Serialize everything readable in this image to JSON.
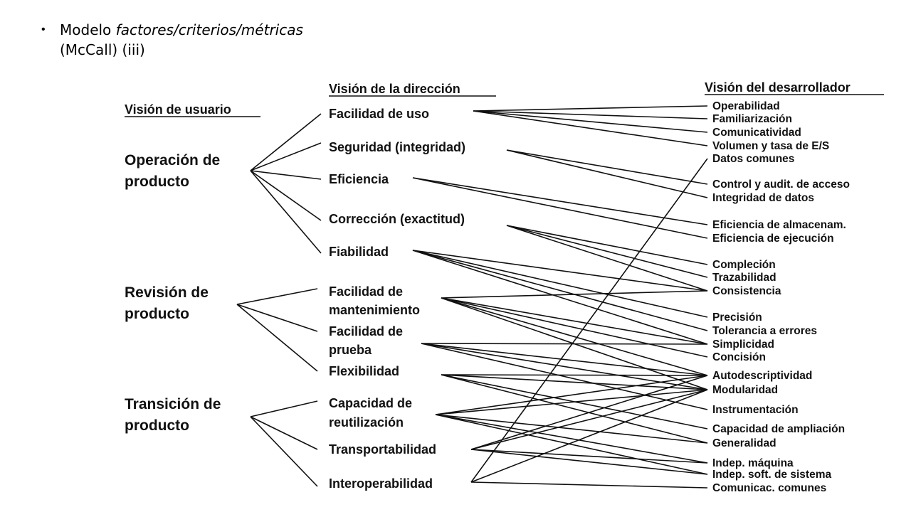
{
  "slide": {
    "bullet_main": "Modelo ",
    "bullet_italic": "factores/criterios/métricas",
    "bullet_line2": "(McCall) (iii)"
  },
  "headers": {
    "user": "Visión de usuario",
    "management": "Visión de la dirección",
    "developer": "Visión del desarrollador"
  },
  "user_view": [
    {
      "id": "op",
      "lines": [
        "Operación de",
        "producto"
      ]
    },
    {
      "id": "rev",
      "lines": [
        "Revisión de",
        "producto"
      ]
    },
    {
      "id": "tra",
      "lines": [
        "Transición de",
        "producto"
      ]
    }
  ],
  "management_view": [
    {
      "id": "uso",
      "lines": [
        "Facilidad de uso"
      ]
    },
    {
      "id": "seg",
      "lines": [
        "Seguridad (integridad)"
      ]
    },
    {
      "id": "efi",
      "lines": [
        "Eficiencia"
      ]
    },
    {
      "id": "cor",
      "lines": [
        "Corrección (exactitud)"
      ]
    },
    {
      "id": "fia",
      "lines": [
        "Fiabilidad"
      ]
    },
    {
      "id": "man",
      "lines": [
        "Facilidad de",
        "mantenimiento"
      ]
    },
    {
      "id": "pru",
      "lines": [
        "Facilidad de",
        "prueba"
      ]
    },
    {
      "id": "fle",
      "lines": [
        "Flexibilidad"
      ]
    },
    {
      "id": "reu",
      "lines": [
        "Capacidad de",
        "reutilización"
      ]
    },
    {
      "id": "tpo",
      "lines": [
        "Transportabilidad"
      ]
    },
    {
      "id": "int",
      "lines": [
        "Interoperabilidad"
      ]
    }
  ],
  "developer_view": [
    {
      "id": "d0",
      "label": "Operabilidad"
    },
    {
      "id": "d1",
      "label": "Familiarización"
    },
    {
      "id": "d2",
      "label": "Comunicatividad"
    },
    {
      "id": "d3",
      "label": "Volumen y tasa de E/S"
    },
    {
      "id": "d4",
      "label": "Datos comunes"
    },
    {
      "id": "d5",
      "label": "Control y audit. de acceso"
    },
    {
      "id": "d6",
      "label": "Integridad de datos"
    },
    {
      "id": "d7",
      "label": "Eficiencia de almacenam."
    },
    {
      "id": "d8",
      "label": "Eficiencia de ejecución"
    },
    {
      "id": "d9",
      "label": "Compleción"
    },
    {
      "id": "d10",
      "label": "Trazabilidad"
    },
    {
      "id": "d11",
      "label": "Consistencia"
    },
    {
      "id": "d12",
      "label": "Precisión"
    },
    {
      "id": "d13",
      "label": "Tolerancia a errores"
    },
    {
      "id": "d14",
      "label": "Simplicidad"
    },
    {
      "id": "d15",
      "label": "Concisión"
    },
    {
      "id": "d16",
      "label": "Autodescriptividad"
    },
    {
      "id": "d17",
      "label": "Modularidad"
    },
    {
      "id": "d18",
      "label": "Instrumentación"
    },
    {
      "id": "d19",
      "label": "Capacidad de ampliación"
    },
    {
      "id": "d20",
      "label": "Generalidad"
    },
    {
      "id": "d21",
      "label": "Indep. máquina"
    },
    {
      "id": "d22",
      "label": "Indep. soft. de sistema"
    },
    {
      "id": "d23",
      "label": "Comunicac. comunes"
    }
  ],
  "links_user_to_management": [
    [
      "op",
      "uso"
    ],
    [
      "op",
      "seg"
    ],
    [
      "op",
      "efi"
    ],
    [
      "op",
      "cor"
    ],
    [
      "op",
      "fia"
    ],
    [
      "rev",
      "man"
    ],
    [
      "rev",
      "pru"
    ],
    [
      "rev",
      "fle"
    ],
    [
      "tra",
      "reu"
    ],
    [
      "tra",
      "tpo"
    ],
    [
      "tra",
      "int"
    ]
  ],
  "links_management_to_developer": [
    [
      "uso",
      "d0"
    ],
    [
      "uso",
      "d1"
    ],
    [
      "uso",
      "d2"
    ],
    [
      "uso",
      "d3"
    ],
    [
      "seg",
      "d5"
    ],
    [
      "seg",
      "d6"
    ],
    [
      "efi",
      "d7"
    ],
    [
      "efi",
      "d8"
    ],
    [
      "cor",
      "d9"
    ],
    [
      "cor",
      "d10"
    ],
    [
      "cor",
      "d11"
    ],
    [
      "fia",
      "d11"
    ],
    [
      "fia",
      "d12"
    ],
    [
      "fia",
      "d13"
    ],
    [
      "fia",
      "d14"
    ],
    [
      "man",
      "d11"
    ],
    [
      "man",
      "d14"
    ],
    [
      "man",
      "d15"
    ],
    [
      "man",
      "d16"
    ],
    [
      "man",
      "d17"
    ],
    [
      "pru",
      "d14"
    ],
    [
      "pru",
      "d16"
    ],
    [
      "pru",
      "d17"
    ],
    [
      "pru",
      "d18"
    ],
    [
      "fle",
      "d16"
    ],
    [
      "fle",
      "d17"
    ],
    [
      "fle",
      "d19"
    ],
    [
      "fle",
      "d20"
    ],
    [
      "reu",
      "d16"
    ],
    [
      "reu",
      "d17"
    ],
    [
      "reu",
      "d20"
    ],
    [
      "reu",
      "d21"
    ],
    [
      "reu",
      "d22"
    ],
    [
      "tpo",
      "d16"
    ],
    [
      "tpo",
      "d17"
    ],
    [
      "tpo",
      "d21"
    ],
    [
      "tpo",
      "d22"
    ],
    [
      "int",
      "d4"
    ],
    [
      "int",
      "d17"
    ],
    [
      "int",
      "d23"
    ]
  ]
}
